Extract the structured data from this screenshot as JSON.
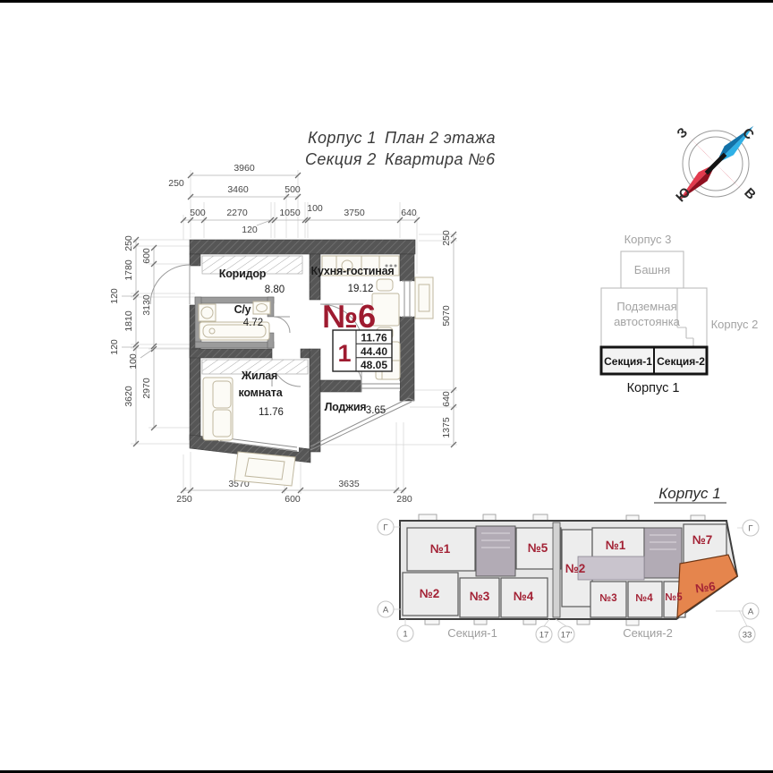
{
  "header": {
    "line1_col1": "Корпус 1",
    "line1_col2": "План 2 этажа",
    "line2_col1": "Секция 2",
    "line2_col2": "Квартира №6"
  },
  "compass": {
    "north": "С",
    "east": "В",
    "south": "Ю",
    "west": "З"
  },
  "plan": {
    "number": "№6",
    "info": {
      "rooms": "1",
      "area_living": "11.76",
      "area_total": "44.40",
      "area_full": "48.05"
    },
    "rooms": {
      "corridor": {
        "name": "Коридор",
        "area": "8.80"
      },
      "kitchen": {
        "name": "Кухня-гостиная",
        "area": "19.12"
      },
      "bathroom": {
        "name": "С/у",
        "area": "4.72"
      },
      "living": {
        "name_line1": "Жилая",
        "name_line2": "комната",
        "area": "11.76"
      },
      "loggia": {
        "name": "Лоджия",
        "area": "3.65"
      }
    },
    "dims": {
      "top": [
        "250",
        "3960",
        "3460",
        "500",
        "500",
        "2270",
        "120",
        "1050",
        "100",
        "3750",
        "640"
      ],
      "left": [
        "250",
        "1780",
        "120",
        "1810",
        "120",
        "3620",
        "600",
        "3130",
        "100",
        "2970"
      ],
      "right": [
        "250",
        "5070",
        "640",
        "1375"
      ],
      "bottom": [
        "250",
        "3570",
        "600",
        "3635",
        "280"
      ]
    }
  },
  "locator": {
    "korpus3": "Корпус 3",
    "tower": "Башня",
    "parking_line1": "Подземная",
    "parking_line2": "автостоянка",
    "korpus2": "Корпус 2",
    "section1": "Секция-1",
    "section2": "Секция-2",
    "korpus1": "Корпус 1"
  },
  "overview": {
    "title": "Корпус 1",
    "section1_label": "Секция-1",
    "section2_label": "Секция-2",
    "s1_units": [
      "№1",
      "№5",
      "№2",
      "№3",
      "№4"
    ],
    "s2_units": [
      "№2",
      "№1",
      "№7",
      "№3",
      "№4",
      "№5",
      "№6"
    ],
    "axis": {
      "g": "Г",
      "a": "А",
      "n1": "1",
      "n17": "17",
      "n17p": "17'",
      "n33": "33"
    }
  },
  "colors": {
    "accent_crimson": "#9e1b30",
    "overview_number_red": "#a32235",
    "highlight_orange": "#e5854d",
    "compass_blue_light": "#2fb0e6",
    "compass_blue_dark": "#1272a8",
    "compass_red_light": "#e23b4e",
    "compass_red_dark": "#8f1020"
  }
}
